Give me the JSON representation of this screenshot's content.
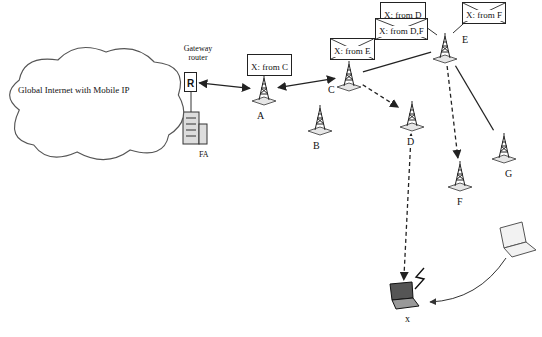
{
  "diagram": {
    "nodes": [
      {
        "text": [
          "Global Internet with Mobile IP"
        ]
      },
      {
        "text": [
          "R"
        ]
      },
      {
        "text": [
          "X: from C"
        ]
      },
      {
        "text": [
          "X: from D"
        ]
      },
      {
        "text": [
          "X: from D,F"
        ]
      },
      {
        "text": [
          "X: from E"
        ]
      },
      {
        "text": [
          "X: from F"
        ]
      },
      {
        "text": [
          "A"
        ]
      },
      {
        "text": [
          "B"
        ]
      },
      {
        "text": [
          "C"
        ]
      },
      {
        "text": [
          "D"
        ]
      },
      {
        "text": [
          "E"
        ]
      },
      {
        "text": [
          "F"
        ]
      },
      {
        "text": [
          "G"
        ]
      },
      {
        "text": [
          "x"
        ]
      }
    ],
    "edges": [
      {
        "from": 1,
        "to": 7,
        "arrow": "both"
      },
      {
        "from": 7,
        "to": 9,
        "arrow": "both"
      },
      {
        "from": 9,
        "to": 11,
        "arrow": "none"
      },
      {
        "from": 9,
        "to": 10,
        "arrow": "to"
      },
      {
        "from": 11,
        "to": 12,
        "arrow": "to"
      },
      {
        "from": 11,
        "to": 13,
        "arrow": "none"
      },
      {
        "from": 10,
        "to": 14,
        "arrow": "both"
      }
    ],
    "labels": [
      "Gateway router",
      "FA"
    ]
  }
}
